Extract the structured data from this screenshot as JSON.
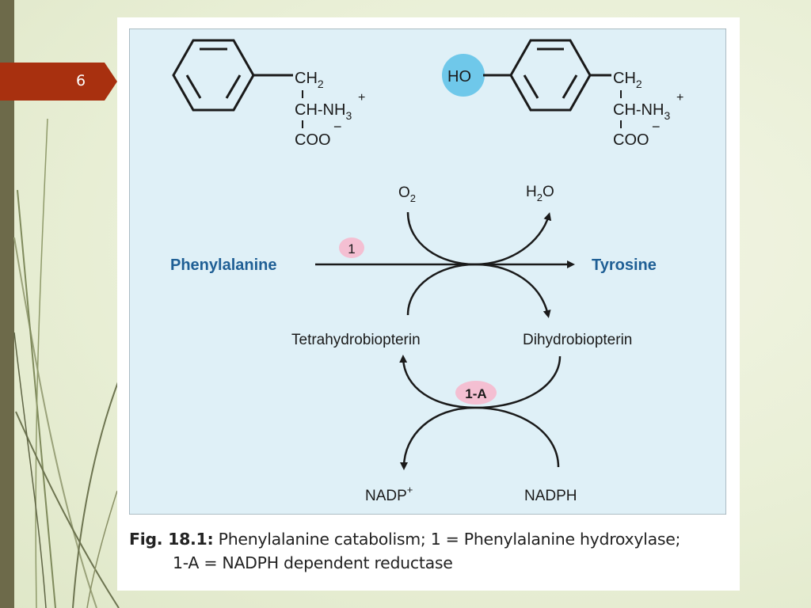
{
  "slide": {
    "number": "6"
  },
  "molecules": {
    "phenylalanine": {
      "ch2": "CH",
      "ch2_sub": "2",
      "ch_nh3": "CH-NH",
      "nh3_sub": "3",
      "plus": "+",
      "coo": "COO",
      "minus": "−"
    },
    "tyrosine": {
      "ho": "HO",
      "ch2": "CH",
      "ch2_sub": "2",
      "ch_nh3": "CH-NH",
      "nh3_sub": "3",
      "plus": "+",
      "coo": "COO",
      "minus": "−"
    }
  },
  "reaction": {
    "substrate": "Phenylalanine",
    "product": "Tyrosine",
    "o2": "O",
    "o2_sub": "2",
    "h2o_h": "H",
    "h2o_sub": "2",
    "h2o_o": "O",
    "enzyme_1": "1",
    "cofactor_reduced": "Tetrahydrobiopterin",
    "cofactor_oxidized": "Dihydrobiopterin",
    "enzyme_1a": "1-A",
    "nadp": "NADP",
    "nadp_sup": "+",
    "nadph": "NADPH"
  },
  "caption": {
    "label": "Fig. 18.1:",
    "text_line1": " Phenylalanine catabolism; 1 = Phenylalanine hydroxylase;",
    "text_line2": "1-A = NADPH dependent reductase"
  },
  "colors": {
    "diagram_bg": "#dff0f7",
    "accent_blue": "#1f5f95",
    "enzyme_pink": "#f4bfd2",
    "hydroxyl_highlight": "#6fc8ea",
    "slide_tag": "#a8300f"
  }
}
